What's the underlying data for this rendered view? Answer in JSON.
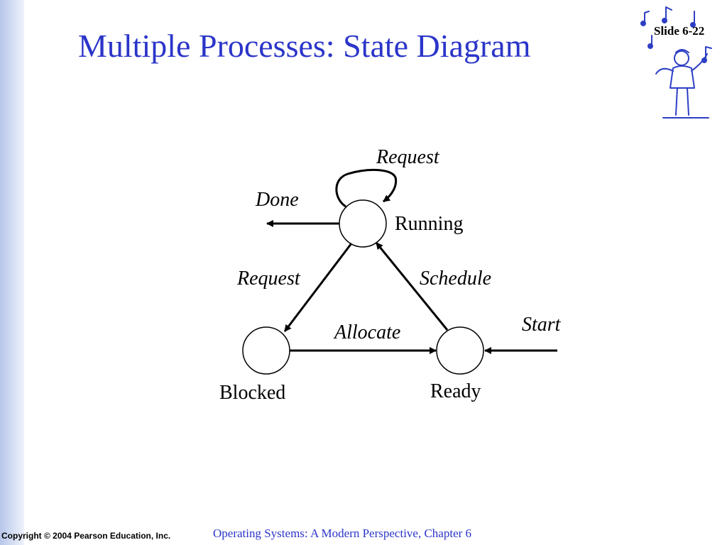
{
  "slide": {
    "title": "Multiple Processes: State Diagram",
    "number": "Slide 6-22"
  },
  "states": {
    "running": "Running",
    "blocked": "Blocked",
    "ready": "Ready"
  },
  "transitions": {
    "request_loop": "Request",
    "done": "Done",
    "request": "Request",
    "schedule": "Schedule",
    "allocate": "Allocate",
    "start": "Start"
  },
  "footer": {
    "copyright": "Copyright © 2004 Pearson Education, Inc.",
    "book": "Operating Systems: A Modern Perspective, Chapter 6"
  },
  "colors": {
    "title": "#2b35c9",
    "clipart": "#2d3fc4"
  }
}
